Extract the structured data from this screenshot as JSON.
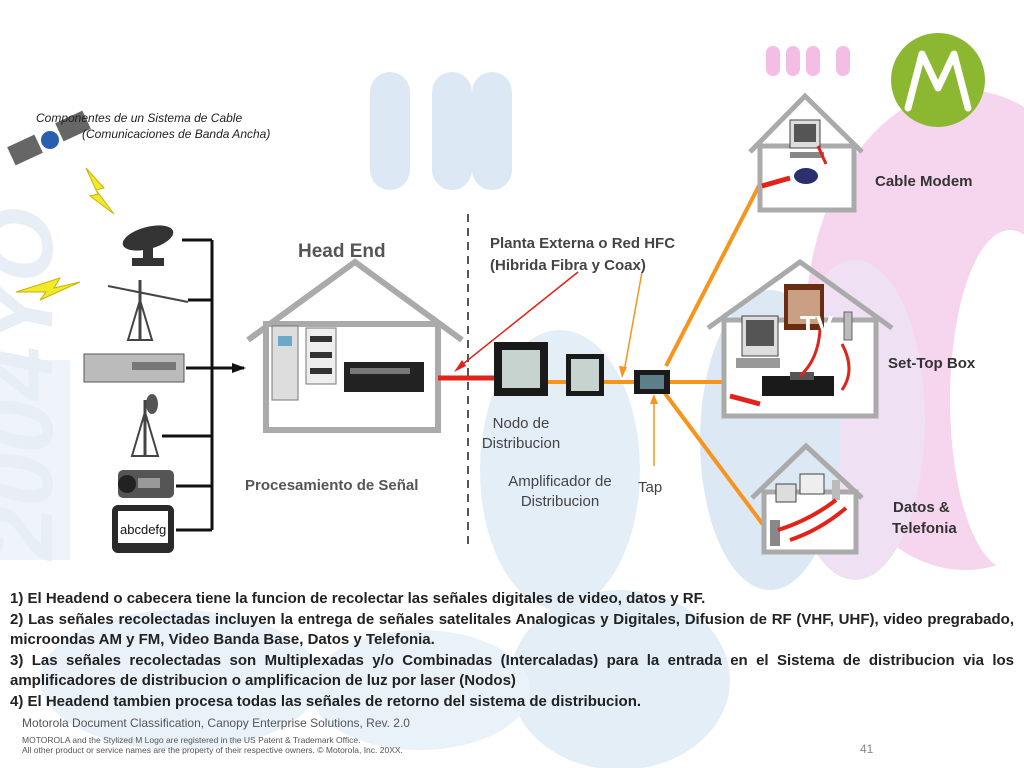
{
  "slide": {
    "title_line1": "Componentes de un Sistema de Cable",
    "title_line2": "(Comunicaciones de Banda Ancha)",
    "head_end": "Head End",
    "procesamiento": "Procesamiento de Señal",
    "hfc_line1": "Planta Externa o Red HFC",
    "hfc_line2": "(Hibrida Fibra y Coax)",
    "nodo_line1": "Nodo de",
    "nodo_line2": "Distribucion",
    "amp_line1": "Amplificador de",
    "amp_line2": "Distribucion",
    "tap": "Tap",
    "cable_modem": "Cable Modem",
    "set_top_box": "Set-Top Box",
    "datos_line1": "Datos &",
    "datos_line2": "Telefonia",
    "tv_label": "TV",
    "signal_box_label": "abcdefg",
    "watermark": "2004YO"
  },
  "body": {
    "p1": "1) El Headend o cabecera tiene la funcion de recolectar las señales digitales de video, datos y RF.",
    "p2": "2) Las señales recolectadas incluyen la entrega de señales satelitales Analogicas y Digitales, Difusion de RF (VHF, UHF), video pregrabado, microondas AM y FM, Video Banda Base, Datos y Telefonia.",
    "p3": "3) Las señales recolectadas son Multiplexadas y/o Combinadas (Intercaladas) para la entrada en el Sistema de distribucion via los amplificadores de distribucion o amplificacion de luz por laser (Nodos)",
    "p4": "4) El Headend tambien procesa todas las señales de retorno del sistema de distribucion."
  },
  "footer": {
    "classification": "Motorola Document Classification, Canopy Enterprise Solutions, Rev. 2.0",
    "legal1": "MOTOROLA and the Stylized M Logo are registered in the US Patent & Trademark Office.",
    "legal2": "All other product or service names are the property of their respective owners. © Motorola, Inc. 20XX.",
    "page": "41"
  },
  "colors": {
    "accent_orange": "#f7941d",
    "signal_red": "#e2231a",
    "motorola_green": "#8cb831",
    "bubble_blue": "#dce9f5",
    "bubble_pink": "#f6d6ee"
  },
  "icons": [
    "satellite-icon",
    "lightning-icon",
    "dish-antenna-icon",
    "antenna-tower-icon",
    "receiver-icon",
    "microwave-tower-icon",
    "camera-icon",
    "monitor-icon",
    "motorola-logo-icon"
  ]
}
